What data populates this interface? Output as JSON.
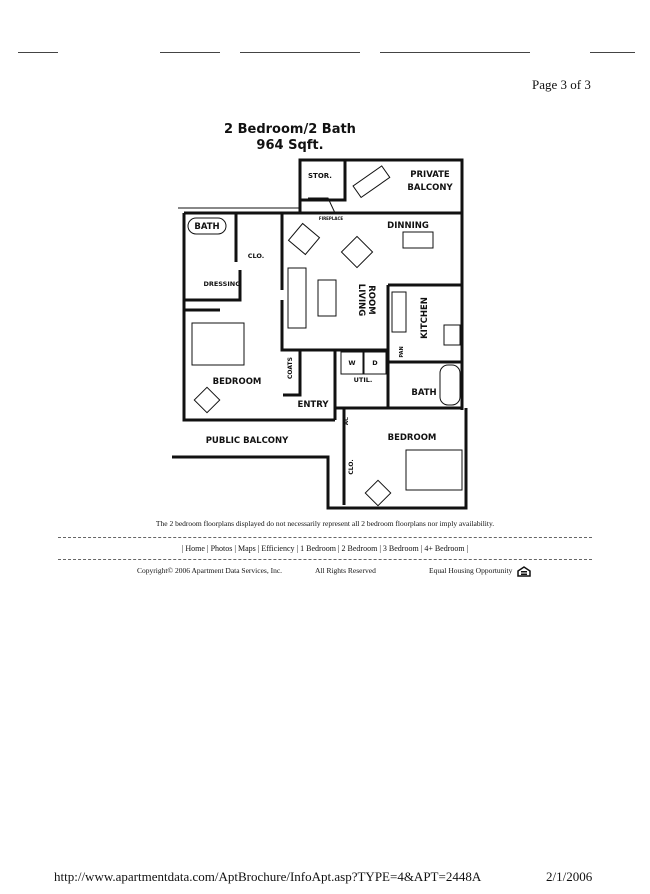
{
  "header": {
    "page_number": "Page 3 of 3"
  },
  "floorplan": {
    "title": "2 Bedroom/2 Bath",
    "area": "964 Sqft.",
    "rooms": {
      "storage": "STOR.",
      "private_balcony_1": "PRIVATE",
      "private_balcony_2": "BALCONY",
      "fireplace": "FIREPLACE",
      "dinning": "DINNING",
      "bath_master": "BATH",
      "closet_master": "CLO.",
      "dressing": "DRESSING",
      "living_1": "LIVING",
      "living_2": "ROOM",
      "kitchen": "KITCHEN",
      "coats": "COATS",
      "washer": "W",
      "dryer": "D",
      "utility": "UTIL.",
      "pantry": "PAN",
      "bath_2": "BATH",
      "bedroom_master": "BEDROOM",
      "entry": "ENTRY",
      "ac": "AC",
      "bedroom_2": "BEDROOM",
      "public_balcony": "PUBLIC BALCONY",
      "closet_2": "CLO."
    }
  },
  "disclaimer": "The 2 bedroom floorplans displayed do not necessarily represent all 2 bedroom floorplans nor imply availability.",
  "nav": {
    "links": [
      "Home",
      "Photos",
      "Maps",
      "Efficiency",
      "1 Bedroom",
      "2 Bedroom",
      "3 Bedroom",
      "4+ Bedroom"
    ]
  },
  "footer": {
    "copyright": "Copyright© 2006 Apartment Data Services, Inc.",
    "rights": "All Rights Reserved",
    "equal_housing": "Equal Housing Opportunity",
    "url": "http://www.apartmentdata.com/AptBrochure/InfoApt.asp?TYPE=4&APT=2448A",
    "date": "2/1/2006"
  }
}
